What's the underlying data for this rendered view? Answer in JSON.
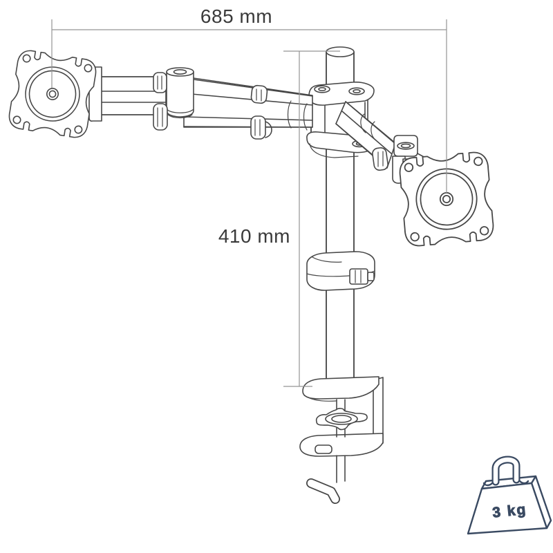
{
  "diagram": {
    "width_dimension_label": "685 mm",
    "height_dimension_label": "410 mm",
    "weight_capacity_label": "3 kg",
    "colors": {
      "outline": "#474747",
      "dimension_line": "#949494",
      "dimension_text": "#3a3a3a",
      "weight_accent": "#3a4a62",
      "background": "#ffffff"
    },
    "icons": [
      "weight-kettlebell-icon",
      "vesa-plate",
      "desk-clamp",
      "pole",
      "monitor-arm"
    ]
  }
}
